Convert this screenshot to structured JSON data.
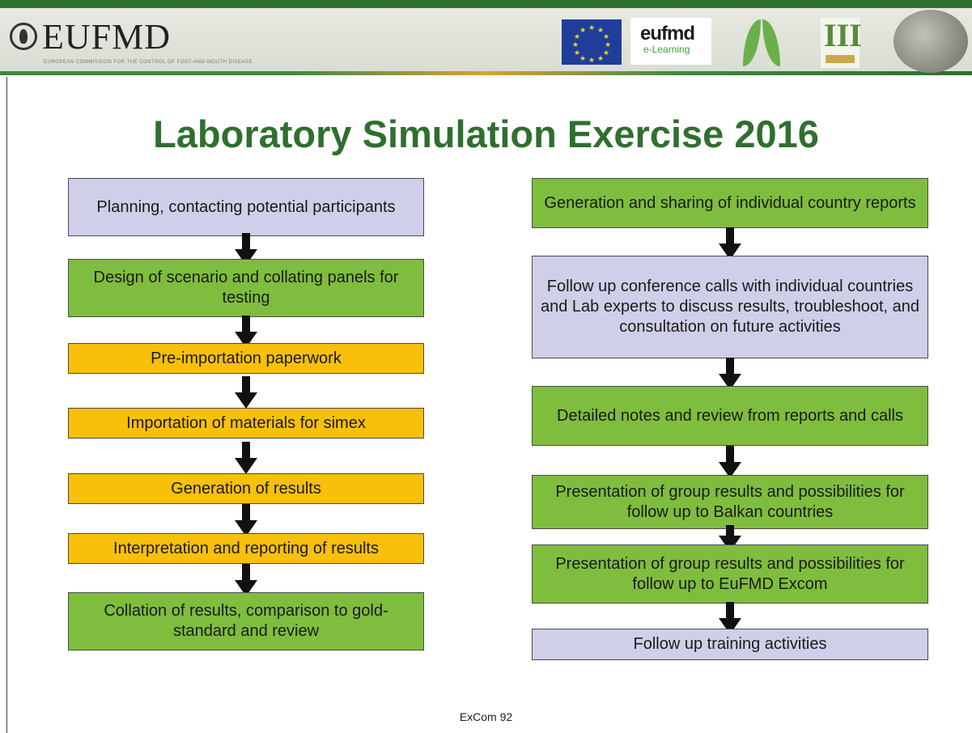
{
  "header": {
    "logo_text": "EUFMD",
    "logo_subtext": "EUROPEAN COMMISSION FOR THE CONTROL OF FOOT-AND-MOUTH DISEASE",
    "elearning_logo": {
      "main": "eufmd",
      "sub": "e-Learning"
    },
    "partner_logo_numeral": "III"
  },
  "title": "Laboratory Simulation Exercise 2016",
  "flow_left": [
    {
      "label": "Planning, contacting potential participants",
      "color": "#d0cfe9"
    },
    {
      "label": "Design of scenario and collating panels for testing",
      "color": "#7fbd3e"
    },
    {
      "label": "Pre-importation paperwork",
      "color": "#f8c00a"
    },
    {
      "label": "Importation of materials for simex",
      "color": "#f8c00a"
    },
    {
      "label": "Generation of results",
      "color": "#f8c00a"
    },
    {
      "label": "Interpretation and reporting of results",
      "color": "#f8c00a"
    },
    {
      "label": "Collation of results, comparison to gold-standard and review",
      "color": "#7fbd3e"
    }
  ],
  "flow_right": [
    {
      "label": "Generation and sharing of individual country reports",
      "color": "#7fbd3e"
    },
    {
      "label": "Follow up conference calls with individual countries and Lab experts to discuss results, troubleshoot, and consultation on future activities",
      "color": "#d0cfe9"
    },
    {
      "label": "Detailed notes and review from reports and calls",
      "color": "#7fbd3e"
    },
    {
      "label": "Presentation of group results and possibilities for follow up to Balkan countries",
      "color": "#7fbd3e"
    },
    {
      "label": "Presentation of group results and possibilities for follow up to EuFMD Excom",
      "color": "#7fbd3e"
    },
    {
      "label": "Follow up training activities",
      "color": "#d0cfe9"
    }
  ],
  "footer": "ExCom 92"
}
